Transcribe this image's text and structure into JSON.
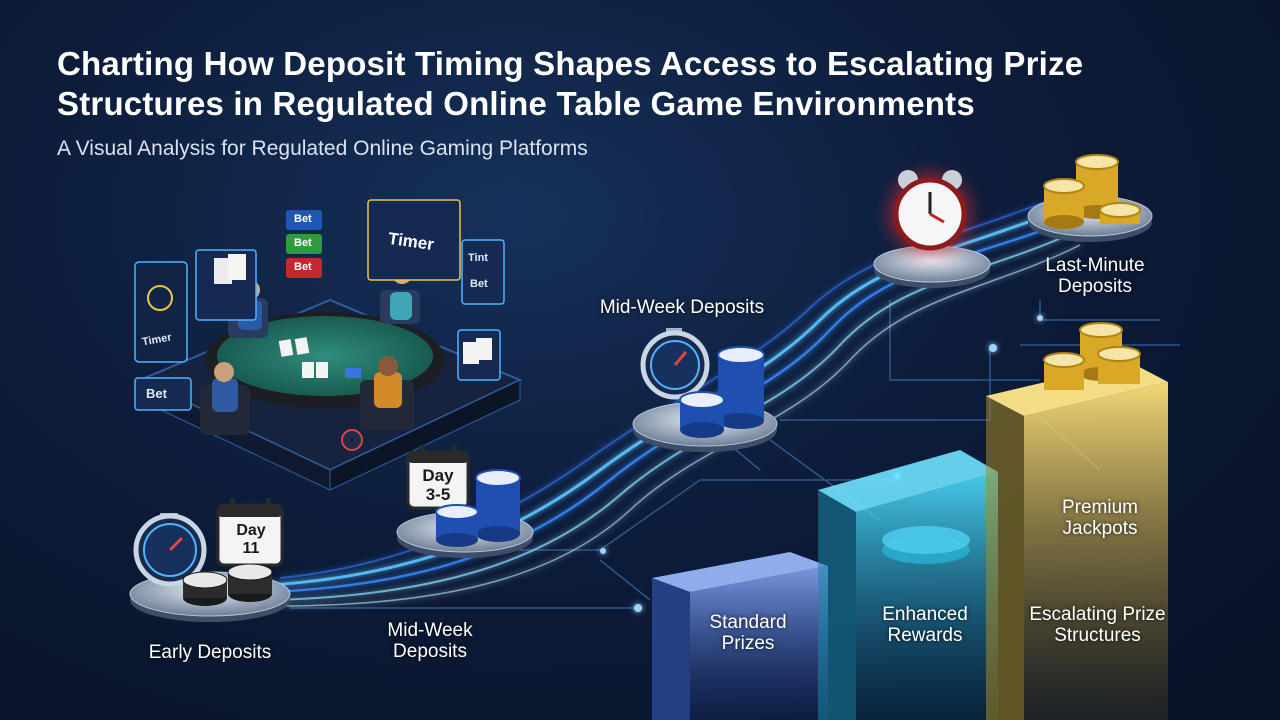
{
  "header": {
    "title": "Charting How Deposit Timing Shapes Access to Escalating Prize Structures in Regulated Online Table Game Environments",
    "subtitle": "A Visual Analysis for Regulated Online Gaming Platforms"
  },
  "timeline": {
    "early": {
      "label": "Early Deposits",
      "calendar": "Day 11"
    },
    "mid_platform": {
      "label": "Mid-Week Deposits"
    },
    "mid_bottom": {
      "label": "Mid-Week Deposits"
    },
    "mid_calendar": {
      "line1": "Day",
      "line2": "3-5"
    },
    "last": {
      "label": "Last-Minute Deposits"
    }
  },
  "tiers": {
    "standard": "Standard Prizes",
    "enhanced": "Enhanced Rewards",
    "premium_inside": "Premium Jackpots",
    "escalating": "Escalating Prize Structures"
  },
  "table_scene": {
    "panels": {
      "timer_big": "Timer",
      "timer_small": "Timer",
      "tint": "Tint",
      "bet_panel": "Bet",
      "bet_floor": "Bet"
    },
    "bet_buttons": [
      "Bet",
      "Bet",
      "Bet"
    ]
  },
  "colors": {
    "background": "#0b1730",
    "glow": "#4fb4ff",
    "standard": "#5a8cff",
    "enhanced": "#34c6e8",
    "premium": "#e8c34a",
    "bet_green": "#2e9b3d",
    "bet_red": "#c3282e",
    "bet_blue": "#1f57b5"
  }
}
